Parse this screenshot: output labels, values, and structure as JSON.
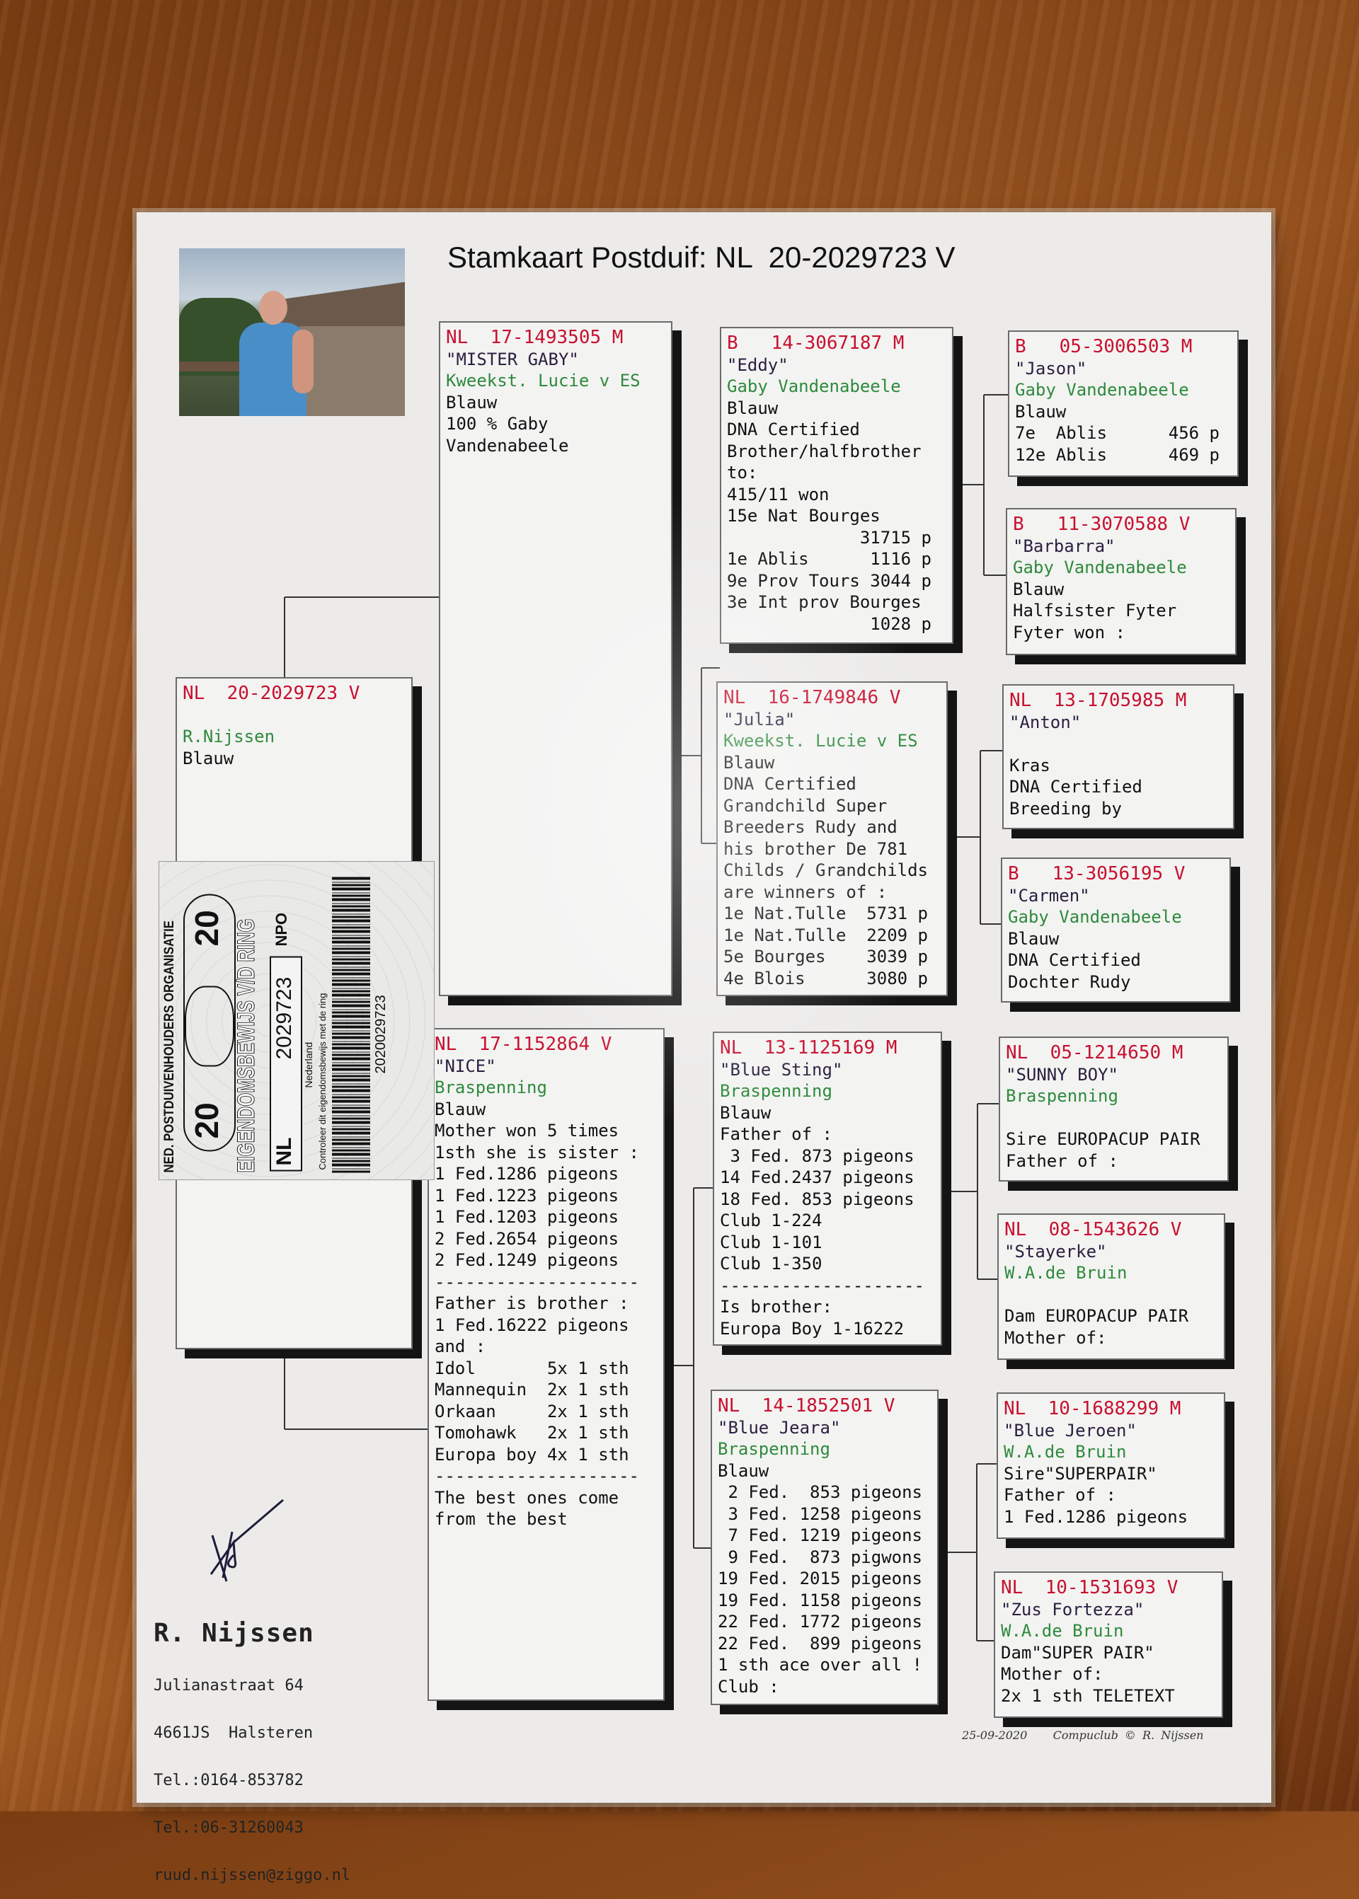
{
  "title": "Stamkaart Postduif: NL  20-2029723 V",
  "boxes": {
    "subject": {
      "ring": "NL  20-2029723 V",
      "name": "",
      "breeder": "R.Nijssen",
      "lines": [
        "Blauw"
      ]
    },
    "sire": {
      "ring": "NL  17-1493505 M",
      "name": "\"MISTER GABY\"",
      "breeder": "Kweekst. Lucie v ES",
      "lines": [
        "Blauw",
        "100 % Gaby",
        "Vandenabeele"
      ]
    },
    "dam": {
      "ring": "NL  17-1152864 V",
      "name": "\"NICE\"",
      "breeder": "Braspenning",
      "lines": [
        "Blauw",
        "Mother won 5 times",
        "1sth she is sister :",
        "1 Fed.1286 pigeons",
        "1 Fed.1223 pigeons",
        "1 Fed.1203 pigeons",
        "2 Fed.2654 pigeons",
        "2 Fed.1249 pigeons",
        "--------------------",
        "Father is brother :",
        "1 Fed.16222 pigeons",
        "and :",
        "Idol       5x 1 sth",
        "Mannequin  2x 1 sth",
        "Orkaan     2x 1 sth",
        "Tomohawk   2x 1 sth",
        "Europa boy 4x 1 sth",
        "--------------------",
        "The best ones come",
        "from the best"
      ]
    },
    "eddy": {
      "ring": "B   14-3067187 M",
      "name": "\"Eddy\"",
      "breeder": "Gaby Vandenabeele",
      "lines": [
        "Blauw",
        "DNA Certified",
        "Brother/halfbrother",
        "to:",
        "415/11 won",
        "15e Nat Bourges",
        "             31715 p",
        "1e Ablis      1116 p",
        "9e Prov Tours 3044 p",
        "3e Int prov Bourges",
        "              1028 p"
      ]
    },
    "julia": {
      "ring": "NL  16-1749846 V",
      "name": "\"Julia\"",
      "breeder": "Kweekst. Lucie v ES",
      "lines": [
        "Blauw",
        "DNA Certified",
        "Grandchild Super",
        "Breeders Rudy and",
        "his brother De 781",
        "Childs / Grandchilds",
        "are winners of :",
        "1e Nat.Tulle  5731 p",
        "1e Nat.Tulle  2209 p",
        "5e Bourges    3039 p",
        "4e Blois      3080 p"
      ]
    },
    "bluesting": {
      "ring": "NL  13-1125169 M",
      "name": "\"Blue Sting\"",
      "breeder": "Braspenning",
      "lines": [
        "Blauw",
        "Father of :",
        " 3 Fed. 873 pigeons",
        "14 Fed.2437 pigeons",
        "18 Fed. 853 pigeons",
        "Club 1-224",
        "Club 1-101",
        "Club 1-350",
        "--------------------",
        "Is brother:",
        "Europa Boy 1-16222"
      ]
    },
    "bluejeara": {
      "ring": "NL  14-1852501 V",
      "name": "\"Blue Jeara\"",
      "breeder": "Braspenning",
      "lines": [
        "Blauw",
        " 2 Fed.  853 pigeons",
        " 3 Fed. 1258 pigeons",
        " 7 Fed. 1219 pigeons",
        " 9 Fed.  873 pigwons",
        "19 Fed. 2015 pigeons",
        "19 Fed. 1158 pigeons",
        "22 Fed. 1772 pigeons",
        "22 Fed.  899 pigeons",
        "1 sth ace over all !",
        "Club :"
      ]
    },
    "jason": {
      "ring": "B   05-3006503 M",
      "name": "\"Jason\"",
      "breeder": "Gaby Vandenabeele",
      "lines": [
        "Blauw",
        "7e  Ablis      456 p",
        "12e Ablis      469 p"
      ]
    },
    "barbarra": {
      "ring": "B   11-3070588 V",
      "name": "\"Barbarra\"",
      "breeder": "Gaby Vandenabeele",
      "lines": [
        "Blauw",
        "Halfsister Fyter",
        "Fyter won :"
      ]
    },
    "anton": {
      "ring": "NL  13-1705985 M",
      "name": "\"Anton\"",
      "breeder": "",
      "lines": [
        "Kras",
        "DNA Certified",
        "Breeding by"
      ]
    },
    "carmen": {
      "ring": "B   13-3056195 V",
      "name": "\"Carmen\"",
      "breeder": "Gaby Vandenabeele",
      "lines": [
        "Blauw",
        "DNA Certified",
        "Dochter Rudy"
      ]
    },
    "sunny": {
      "ring": "NL  05-1214650 M",
      "name": "\"SUNNY BOY\"",
      "breeder": "Braspenning",
      "lines": [
        "",
        "Sire EUROPACUP PAIR",
        "Father of :"
      ]
    },
    "stayerke": {
      "ring": "NL  08-1543626 V",
      "name": "\"Stayerke\"",
      "breeder": "W.A.de Bruin",
      "lines": [
        "",
        "Dam EUROPACUP PAIR",
        "Mother of:"
      ]
    },
    "bluejeroen": {
      "ring": "NL  10-1688299 M",
      "name": "\"Blue Jeroen\"",
      "breeder": "W.A.de Bruin",
      "lines": [
        "Sire\"SUPERPAIR\"",
        "Father of :",
        "1 Fed.1286 pigeons"
      ]
    },
    "zus": {
      "ring": "NL  10-1531693 V",
      "name": "\"Zus Fortezza\"",
      "breeder": "W.A.de Bruin",
      "lines": [
        "Dam\"SUPER PAIR\"",
        "Mother of:",
        "2x 1 sth TELETEXT"
      ]
    }
  },
  "ring_card": {
    "organisation": "NED. POSTDUIVENHOUDERS ORGANISATIE",
    "year_left": "20",
    "year_right": "20",
    "heading": "EIGENDOMSBEWIJS V/D RING",
    "country_code": "NL",
    "ring_number": "2029723",
    "country": "Nederland",
    "logo_text": "NPO",
    "instruction": "Controleer dit eigendomsbewijs met de ring",
    "barcode_number": "2020029723"
  },
  "owner": {
    "name": "R. Nijssen",
    "street": "Julianastraat 64",
    "city": "4661JS  Halsteren",
    "phone1": "Tel.:0164-853782",
    "phone2": "Tel.:06-31260043",
    "email": "ruud.nijssen@ziggo.nl"
  },
  "footer": {
    "date": "25-09-2020",
    "credit": "Compuclub © R. Nijssen"
  },
  "colors": {
    "ring": "#c8102e",
    "breeder": "#2e8a3c",
    "name": "#2b2040"
  }
}
